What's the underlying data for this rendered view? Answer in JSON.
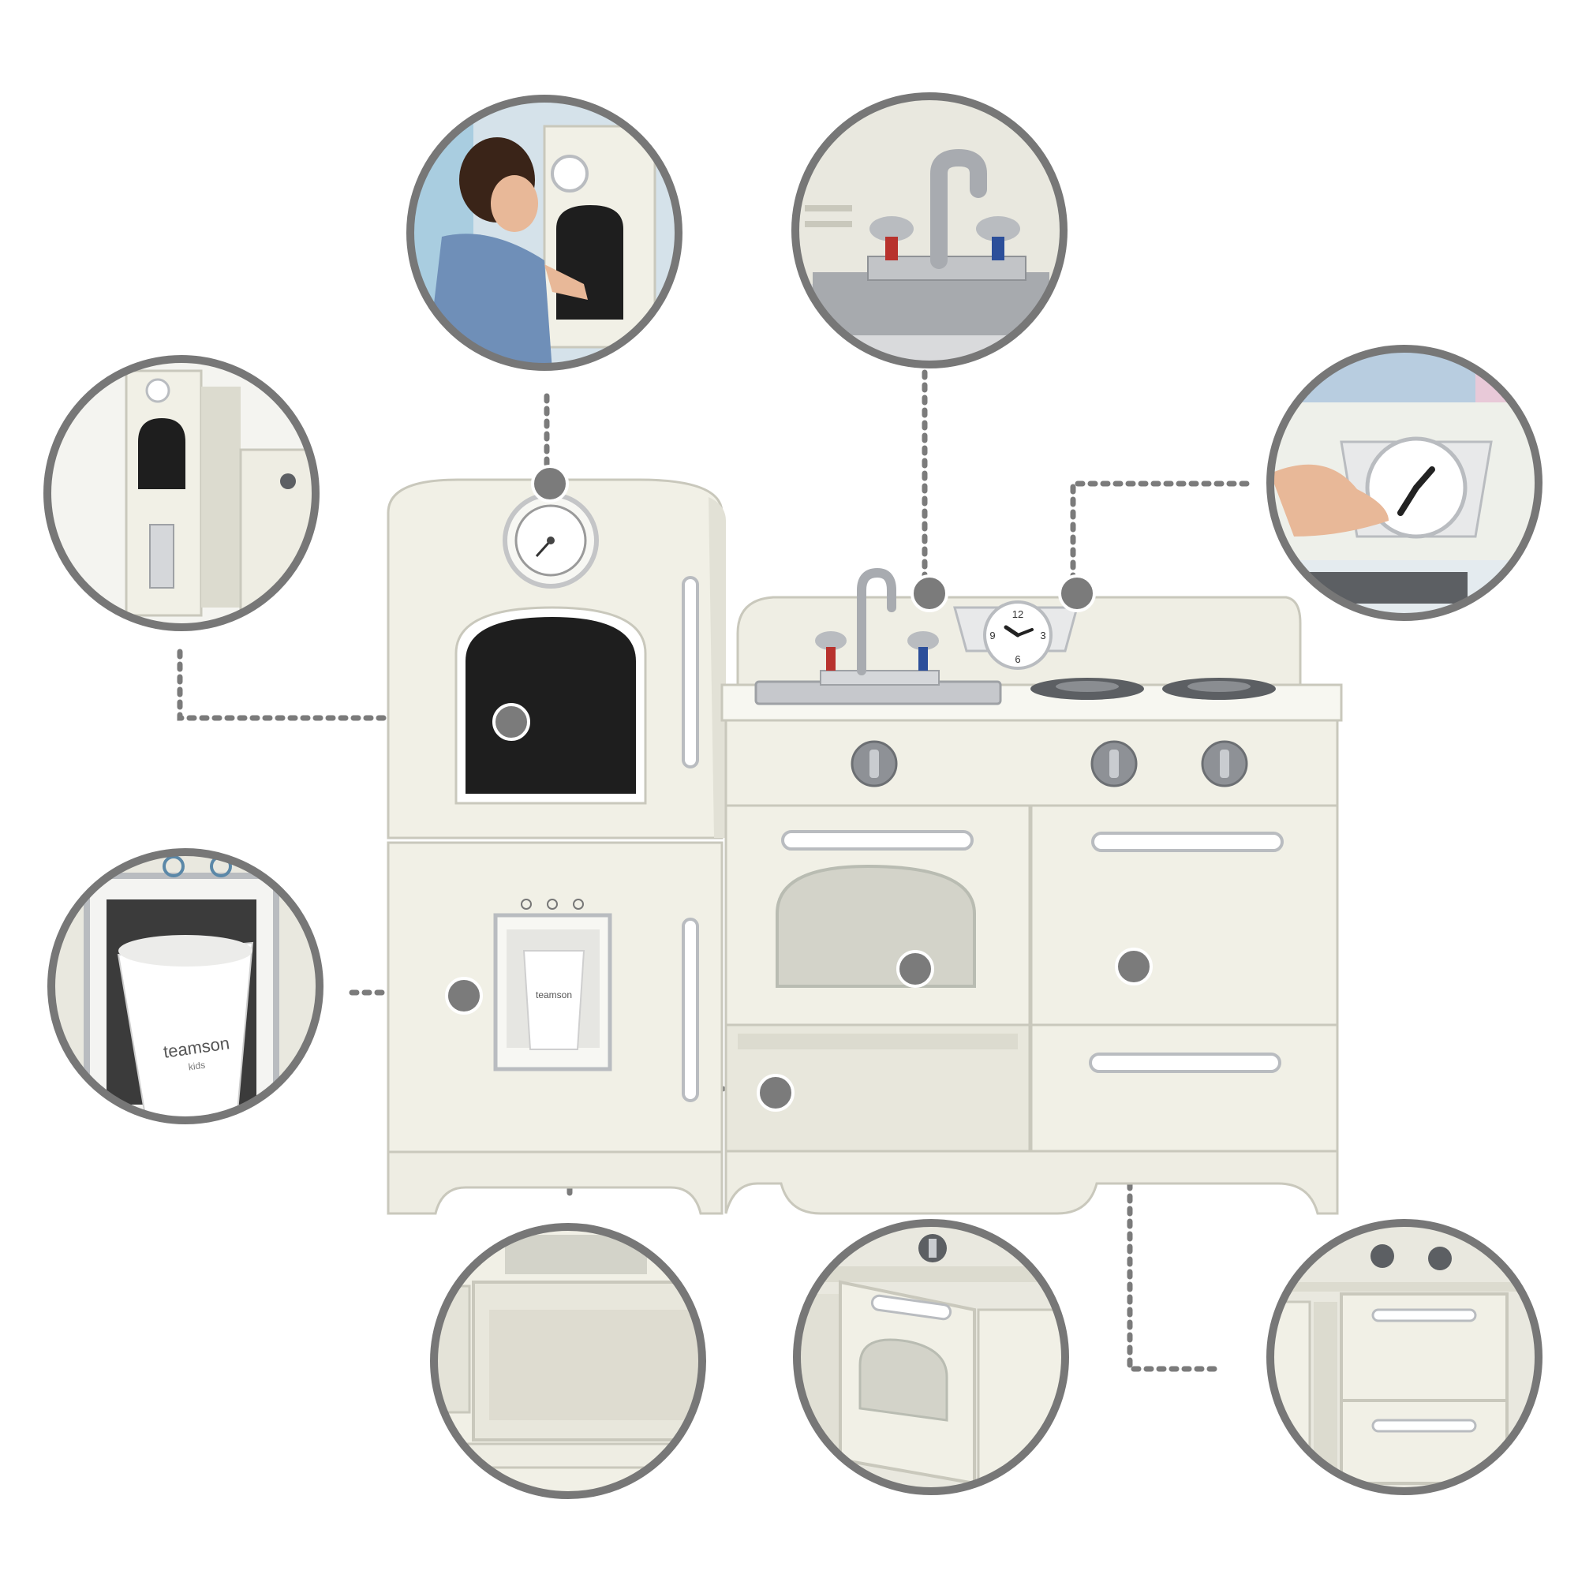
{
  "product": {
    "brand_text": "teamson",
    "brand_subtext": "kids",
    "clock_numbers": [
      "12",
      "3",
      "6",
      "9"
    ]
  },
  "colors": {
    "cream": "#f1f0e6",
    "cream_shadow": "#dcdbcf",
    "outline": "#c9c8bc",
    "callout_gray": "#7b7b7b",
    "ring_gray": "#777777",
    "chalkboard": "#1e1e1e",
    "chrome": "#b9bcc0",
    "burner": "#5c5f63",
    "tap_red": "#b8322d",
    "tap_blue": "#2c4f9a"
  },
  "icons": [
    "thermometer-dial-icon",
    "clock-icon",
    "tap-icon",
    "burner-icon"
  ]
}
